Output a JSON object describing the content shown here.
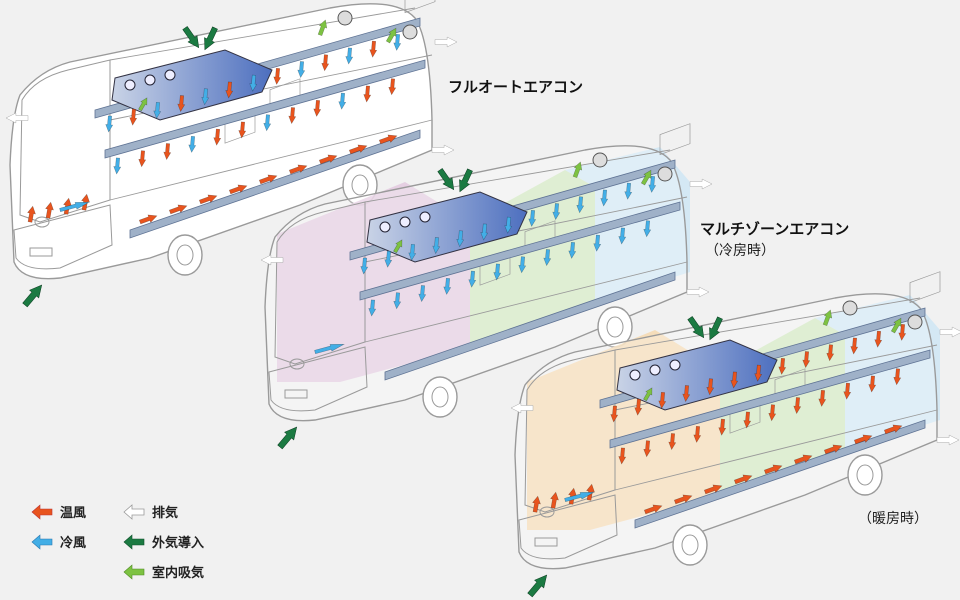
{
  "labels": {
    "full_auto": "フルオートエアコン",
    "multi_zone": "マルチゾーンエアコン",
    "cooling": "（冷房時）",
    "heating": "（暖房時）"
  },
  "legend": [
    {
      "label": "温風",
      "icon": "warm-air-arrow-icon",
      "color": "#e8541e"
    },
    {
      "label": "排気",
      "icon": "exhaust-arrow-icon",
      "color": "#ffffff"
    },
    {
      "label": "冷風",
      "icon": "cool-air-arrow-icon",
      "color": "#43aee6"
    },
    {
      "label": "外気導入",
      "icon": "outside-air-arrow-icon",
      "color": "#1b7a42"
    },
    {
      "label": "室内吸気",
      "icon": "indoor-intake-arrow-icon",
      "color": "#7dc242"
    }
  ],
  "colors": {
    "warm": "#e8541e",
    "cool": "#43aee6",
    "exhaust": "#ffffff",
    "outside": "#1b7a42",
    "intake": "#7dc242",
    "duct": "#9fb1c8",
    "bus_line": "#9a9a9a"
  },
  "buses": [
    {
      "id": "full-auto",
      "mode": "warm-cool",
      "zones": []
    },
    {
      "id": "multi-zone-cooling",
      "mode": "cool",
      "zones": [
        "#e3c9df",
        "#cfe6bd",
        "#cfe6f5"
      ]
    },
    {
      "id": "multi-zone-heating",
      "mode": "warm",
      "zones": [
        "#f6d9b0",
        "#cfe6bd",
        "#cfe6f5"
      ]
    }
  ]
}
